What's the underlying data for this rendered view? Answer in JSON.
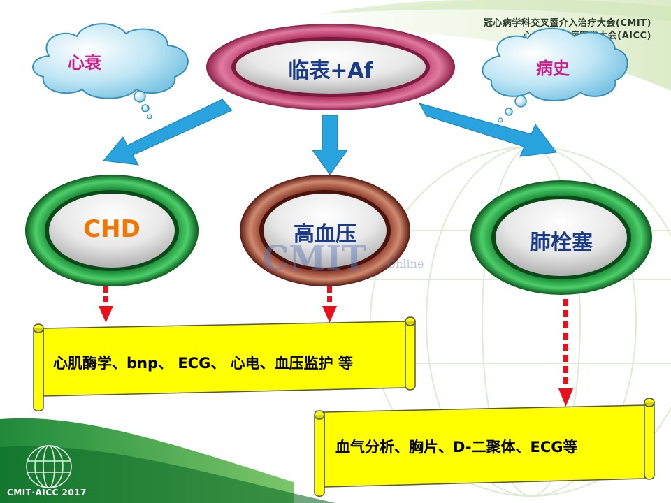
{
  "header": {
    "line1": "冠心病学科交叉暨介入治疗大会(CMIT)",
    "line2": "心血管急重症医学大会(AICC)"
  },
  "clouds": {
    "left": "心衰",
    "right": "病史"
  },
  "center_node": {
    "label": "临表+Af"
  },
  "nodes": {
    "chd": "CHD",
    "hypertension": "高血压",
    "pe": "肺栓塞"
  },
  "boxes": {
    "left": "心肌酶学、bnp、 ECG、 心电、血压监护 等",
    "right": "血气分析、胸片、D-二聚体、ECG等"
  },
  "watermark": {
    "main": "CMIT",
    "sub": "Online"
  },
  "footer": {
    "logo_text": "CMIT·AICC 2017"
  },
  "colors": {
    "cloud_text": "#cc1f8a",
    "node_text": "#1a3a8a",
    "chd_text": "#f07800",
    "box_fill": "#ffff00",
    "arrow": "#29a3dd",
    "dotted_arrow": "#e8101a"
  }
}
